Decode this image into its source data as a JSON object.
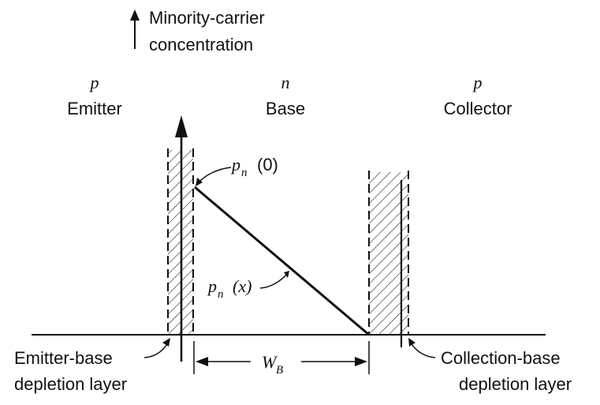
{
  "y_axis_label": [
    "Minority-carrier",
    "concentration"
  ],
  "regions": [
    {
      "type": "p",
      "name": "Emitter"
    },
    {
      "type": "n",
      "name": "Base"
    },
    {
      "type": "p",
      "name": "Collector"
    }
  ],
  "curve_labels": {
    "pn0_var": "p",
    "pn0_sub": "n",
    "pn0_arg": "(0)",
    "pnx_var": "p",
    "pnx_sub": "n",
    "pnx_arg": "(x)"
  },
  "width_label": {
    "var": "W",
    "sub": "B"
  },
  "depletion_labels": {
    "emitter": [
      "Emitter-base",
      "depletion layer"
    ],
    "collector": [
      "Collection-base",
      "depletion layer"
    ]
  }
}
